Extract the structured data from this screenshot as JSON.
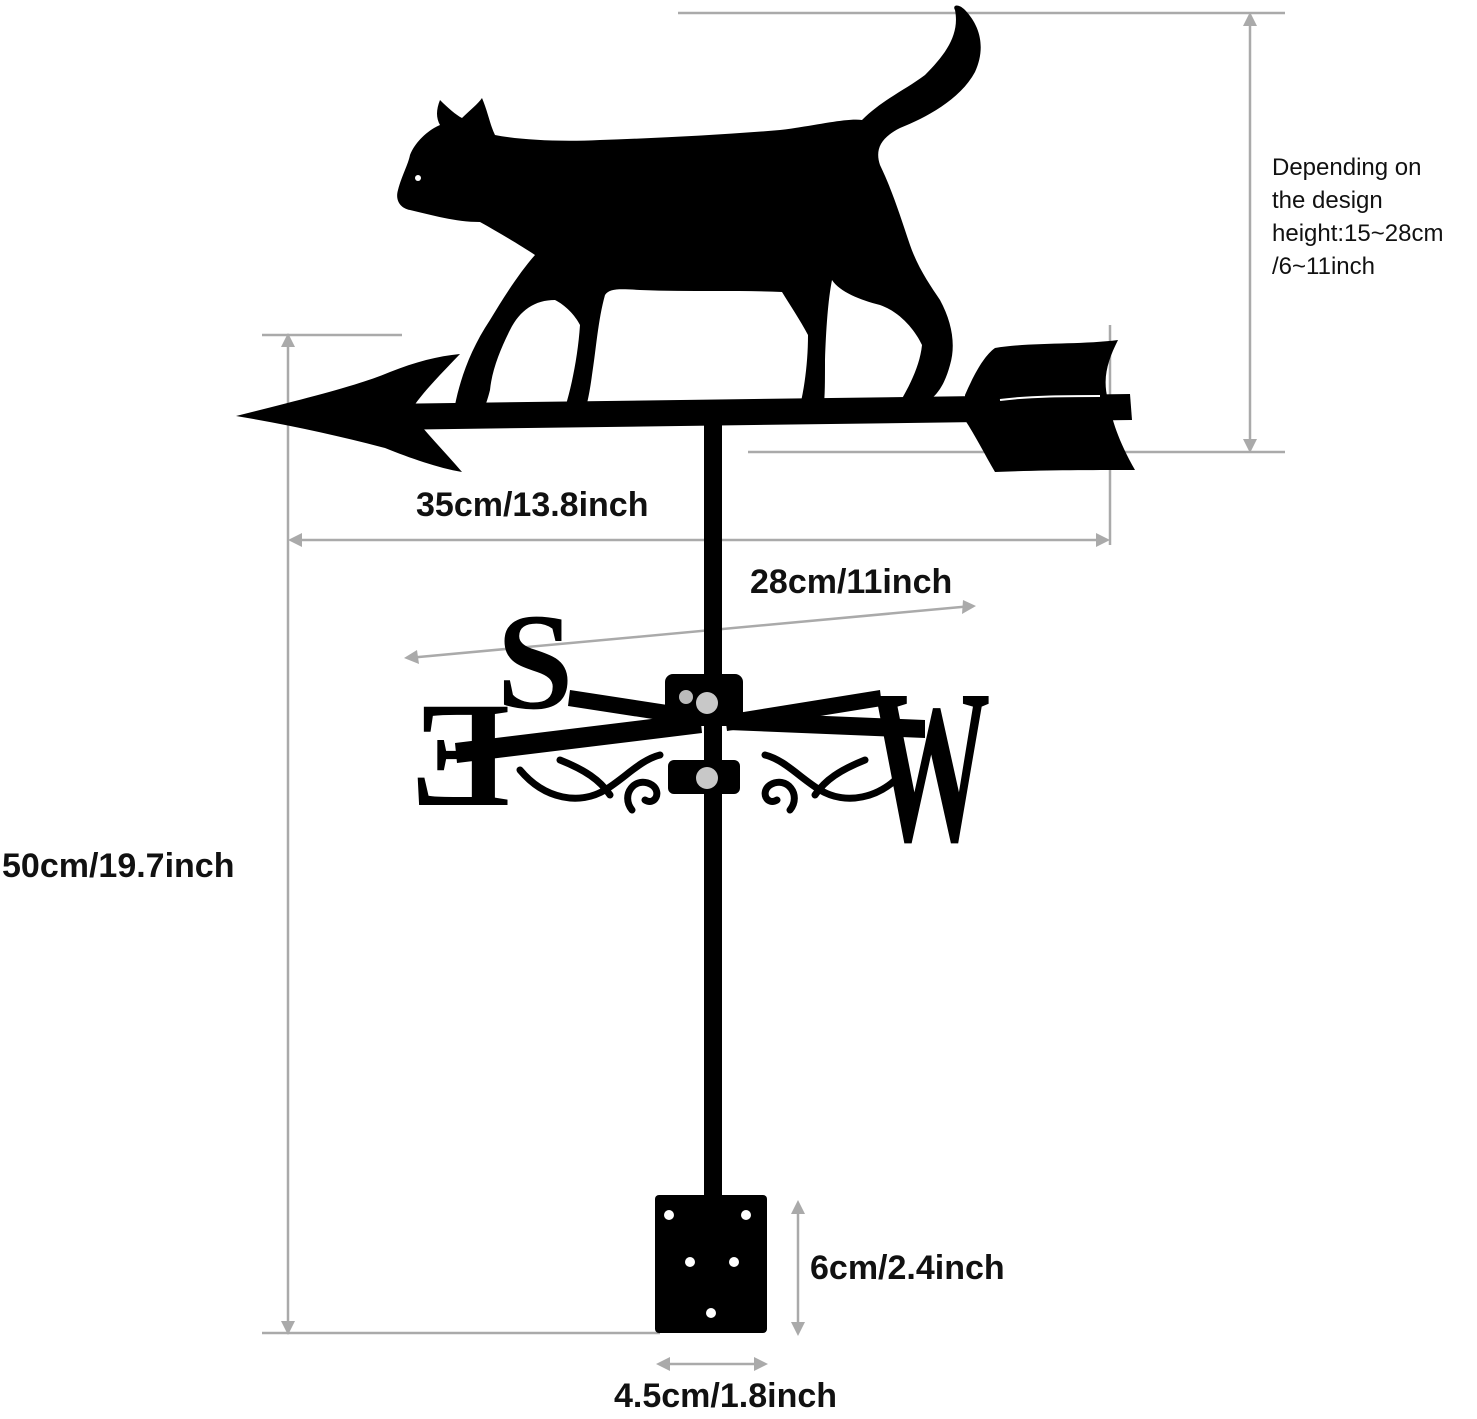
{
  "colors": {
    "silhouette": "#000000",
    "dimension_line": "#aaaaaa",
    "text": "#111111",
    "background": "#ffffff"
  },
  "compass": {
    "letters": {
      "south": "S",
      "east": "E",
      "west": "W"
    }
  },
  "dimensions": {
    "total_height": "50cm/19.7inch",
    "arrow_length": "35cm/13.8inch",
    "compass_span": "28cm/11inch",
    "bracket_height": "6cm/2.4inch",
    "bracket_width": "4.5cm/1.8inch",
    "figure_height_note": [
      "Depending on",
      "the design",
      "height:15~28cm",
      "/6~11inch"
    ]
  }
}
